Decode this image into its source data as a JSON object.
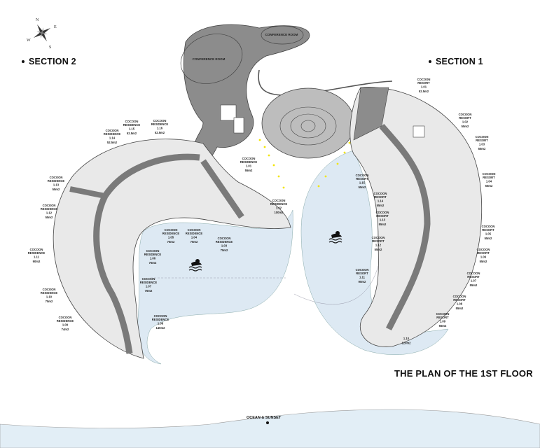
{
  "compass": {
    "n": "N",
    "e": "E",
    "s": "S",
    "w": "W"
  },
  "section_2": "SECTION 2",
  "section_1": "SECTION 1",
  "title": "THE PLAN OF THE 1ST FLOOR",
  "ocean_label": "OCEAN & SUNSET",
  "conference_rooms": [
    "CONFERENCE ROOM",
    "CONFERENCE ROOM"
  ],
  "colors": {
    "building": "#8c8c8c",
    "corridor": "#7a7a7a",
    "room_fill": "#e9e9e9",
    "pool": "#dde9f3",
    "ocean": "#e2eef6",
    "light": "#f2e500"
  },
  "section_2_units": [
    {
      "l1": "COCOON",
      "l2": "RESIDENCE",
      "id": "1.14",
      "area": "52.5m2"
    },
    {
      "l1": "COCOON",
      "l2": "RESIDENCE",
      "id": "1.15",
      "area": "52.5m2"
    },
    {
      "l1": "COCOON",
      "l2": "RESIDENCE",
      "id": "1.16",
      "area": "52.5m2"
    },
    {
      "l1": "COCOON",
      "l2": "RESIDENCE",
      "id": "1.13",
      "area": "55m2"
    },
    {
      "l1": "COCOON",
      "l2": "RESIDENCE",
      "id": "1.12",
      "area": "55m2"
    },
    {
      "l1": "COCOON",
      "l2": "RESIDENCE",
      "id": "1.11",
      "area": "90m2"
    },
    {
      "l1": "COCOON",
      "l2": "RESIDENCE",
      "id": "1.10",
      "area": "75m2"
    },
    {
      "l1": "COCOON",
      "l2": "RESIDENCE",
      "id": "1.09",
      "area": "74m2"
    },
    {
      "l1": "COCOON",
      "l2": "RESIDENCE",
      "id": "1.05",
      "area": "75m2"
    },
    {
      "l1": "COCOON",
      "l2": "RESIDENCE",
      "id": "1.04",
      "area": "75m2"
    },
    {
      "l1": "COCOON",
      "l2": "RESIDENCE",
      "id": "1.03",
      "area": "75m2"
    },
    {
      "l1": "COCOON",
      "l2": "RESIDENCE",
      "id": "1.06",
      "area": "75m2"
    },
    {
      "l1": "COCOON",
      "l2": "RESIDENCE",
      "id": "1.07",
      "area": "75m2"
    },
    {
      "l1": "COCOON",
      "l2": "RESIDENCE",
      "id": "1.08",
      "area": "140m2"
    },
    {
      "l1": "COCOON",
      "l2": "RESIDENCE",
      "id": "1.01",
      "area": "55m2"
    },
    {
      "l1": "COCOON",
      "l2": "RESIDENCE",
      "id": "1.02",
      "area": "100m2"
    }
  ],
  "section_1_units": [
    {
      "l1": "COCOON",
      "l2": "RESORT",
      "id": "1.01",
      "area": "52.5m2"
    },
    {
      "l1": "COCOON",
      "l2": "RESORT",
      "id": "1.02",
      "area": "55m2"
    },
    {
      "l1": "COCOON",
      "l2": "RESORT",
      "id": "1.03",
      "area": "55m2"
    },
    {
      "l1": "COCOON",
      "l2": "RESORT",
      "id": "1.04",
      "area": "55m2"
    },
    {
      "l1": "COCOON",
      "l2": "RESORT",
      "id": "1.05",
      "area": "55m2"
    },
    {
      "l1": "COCOON",
      "l2": "RESORT",
      "id": "1.06",
      "area": "55m2"
    },
    {
      "l1": "COCOON",
      "l2": "RESORT",
      "id": "1.07",
      "area": "55m2"
    },
    {
      "l1": "COCOON",
      "l2": "RESORT",
      "id": "1.08",
      "area": "55m2"
    },
    {
      "l1": "COCOON",
      "l2": "RESORT",
      "id": "1.09",
      "area": "55m2"
    },
    {
      "l1": "COCOON",
      "l2": "RESORT",
      "id": "1.15",
      "area": "55m2"
    },
    {
      "l1": "COCOON",
      "l2": "RESORT",
      "id": "1.14",
      "area": "55m2"
    },
    {
      "l1": "COCOON",
      "l2": "RESORT",
      "id": "1.13",
      "area": "55m2"
    },
    {
      "l1": "COCOON",
      "l2": "RESORT",
      "id": "1.12",
      "area": "55m2"
    },
    {
      "l1": "COCOON",
      "l2": "RESORT",
      "id": "1.11",
      "area": "90m2"
    },
    {
      "l1": "",
      "l2": "",
      "id": "1.10",
      "area": "120m2"
    }
  ]
}
